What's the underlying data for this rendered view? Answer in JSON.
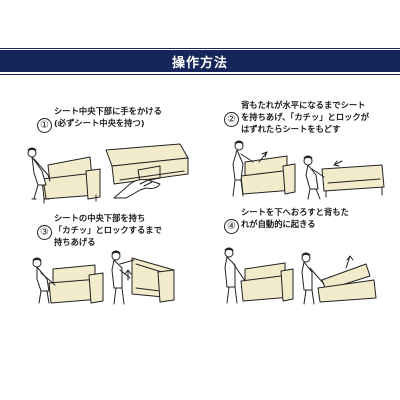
{
  "header": {
    "title": "操作方法"
  },
  "steps": [
    {
      "number": "①",
      "line1": "シート中央下部に手をかける",
      "line2": "(必ずシート中央を持つ)",
      "line3": ""
    },
    {
      "number": "②",
      "line1": "背もたれが水平になるまでシート",
      "line2": "を持ちあげ、「カチッ」とロックが",
      "line3": "はずれたらシートをもどす"
    },
    {
      "number": "③",
      "line1": "シートの中央下部を持ち",
      "line2": "「カチッ」とロックするまで",
      "line3": "持ちあげる"
    },
    {
      "number": "④",
      "line1": "シートを下へおろすと背もた",
      "line2": "れが自動的に起きる",
      "line3": ""
    }
  ],
  "colors": {
    "header_bg": "#16255a",
    "sofa_fill": "#f3eccc",
    "line": "#222222"
  }
}
